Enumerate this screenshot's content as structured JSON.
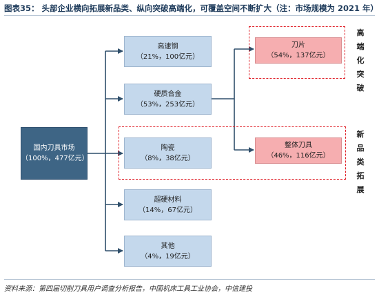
{
  "header": {
    "title": "图表35：  头部企业横向拓展新品类、纵向突破高端化，可覆盖空间不断扩大（注：市场规模为 2021 年）"
  },
  "root": {
    "label": "国内刀具市场",
    "value": "（100%，477亿元）"
  },
  "categories": [
    {
      "label": "高速钢",
      "value": "（21%，100亿元）"
    },
    {
      "label": "硬质合金",
      "value": "（53%，253亿元）"
    },
    {
      "label": "陶瓷",
      "value": "（8%，38亿元）"
    },
    {
      "label": "超硬材料",
      "value": "（14%，67亿元）"
    },
    {
      "label": "其他",
      "value": "（4%，19亿元）"
    }
  ],
  "products": [
    {
      "label": "刀片",
      "value": "（54%，137亿元）"
    },
    {
      "label": "整体刀具",
      "value": "（46%，116亿元）"
    }
  ],
  "side_labels": {
    "high_end": [
      "高",
      "端",
      "化",
      "突",
      "破"
    ],
    "new_category": [
      "新",
      "品",
      "类",
      "拓",
      "展"
    ]
  },
  "footer": {
    "source": "资料来源：第四届切削刀具用户调查分析报告，中国机床工具工业协会，中信建投"
  },
  "colors": {
    "root_fill": "#3e6585",
    "category_fill": "#c4d8ec",
    "product_fill": "#f6aeb0",
    "connector": "#2f4f6b",
    "highlight_dash": "#e0222a"
  }
}
